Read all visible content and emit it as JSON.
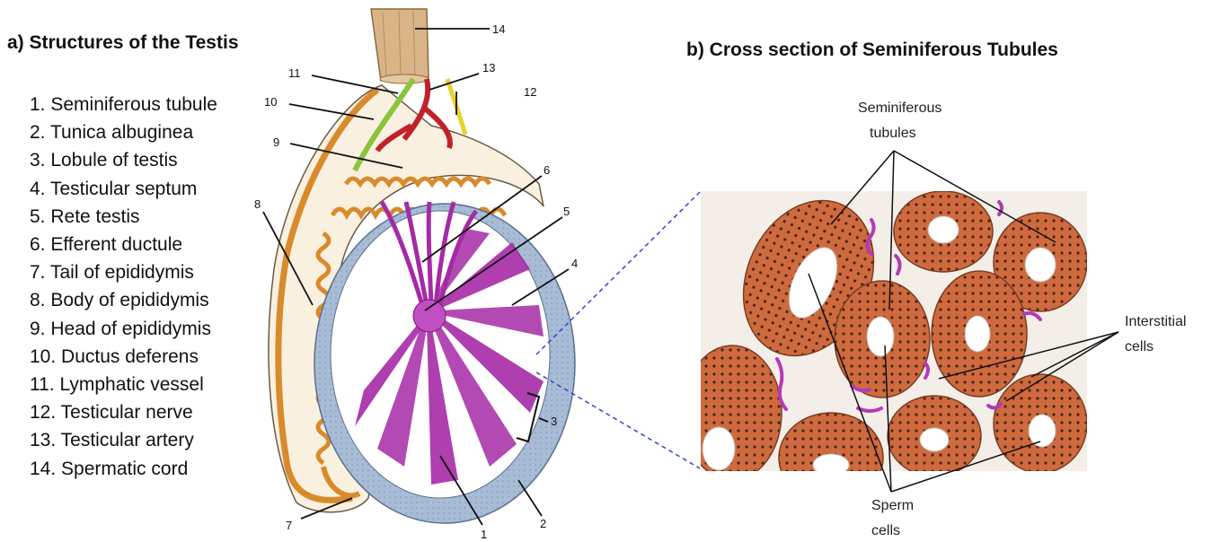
{
  "title_a": "a) Structures of the Testis",
  "title_b": "b) Cross section of Seminiferous Tubules",
  "legend": [
    "1. Seminiferous tubule",
    "2. Tunica albuginea",
    "3. Lobule of testis",
    "4. Testicular septum",
    "5. Rete testis",
    "6. Efferent ductule",
    "7. Tail of epididymis",
    "8. Body of epididymis",
    "9. Head of epididymis",
    "10. Ductus deferens",
    "11. Lymphatic vessel",
    "12. Testicular nerve",
    "13. Testicular artery",
    "14. Spermatic cord"
  ],
  "callouts": [
    "1",
    "2",
    "3",
    "4",
    "5",
    "6",
    "7",
    "8",
    "9",
    "10",
    "11",
    "12",
    "13",
    "14"
  ],
  "section_labels": {
    "seminiferous_1": "Seminiferous",
    "seminiferous_2": "tubules",
    "interstitial_1": "Interstitial",
    "interstitial_2": "cells",
    "sperm_1": "Sperm",
    "sperm_2": "cells"
  },
  "colors": {
    "tunica": "#a9bcd6",
    "tubule": "#a62aa6",
    "epididymis": "#d98a2b",
    "artery": "#c2212a",
    "lymphatic": "#8cc43a",
    "nerve": "#e8d12a",
    "cord": "#d9b487",
    "tissue_tubule": "#cf6a3e",
    "interstitial": "#b43ab8",
    "connector": "#3344cc"
  }
}
